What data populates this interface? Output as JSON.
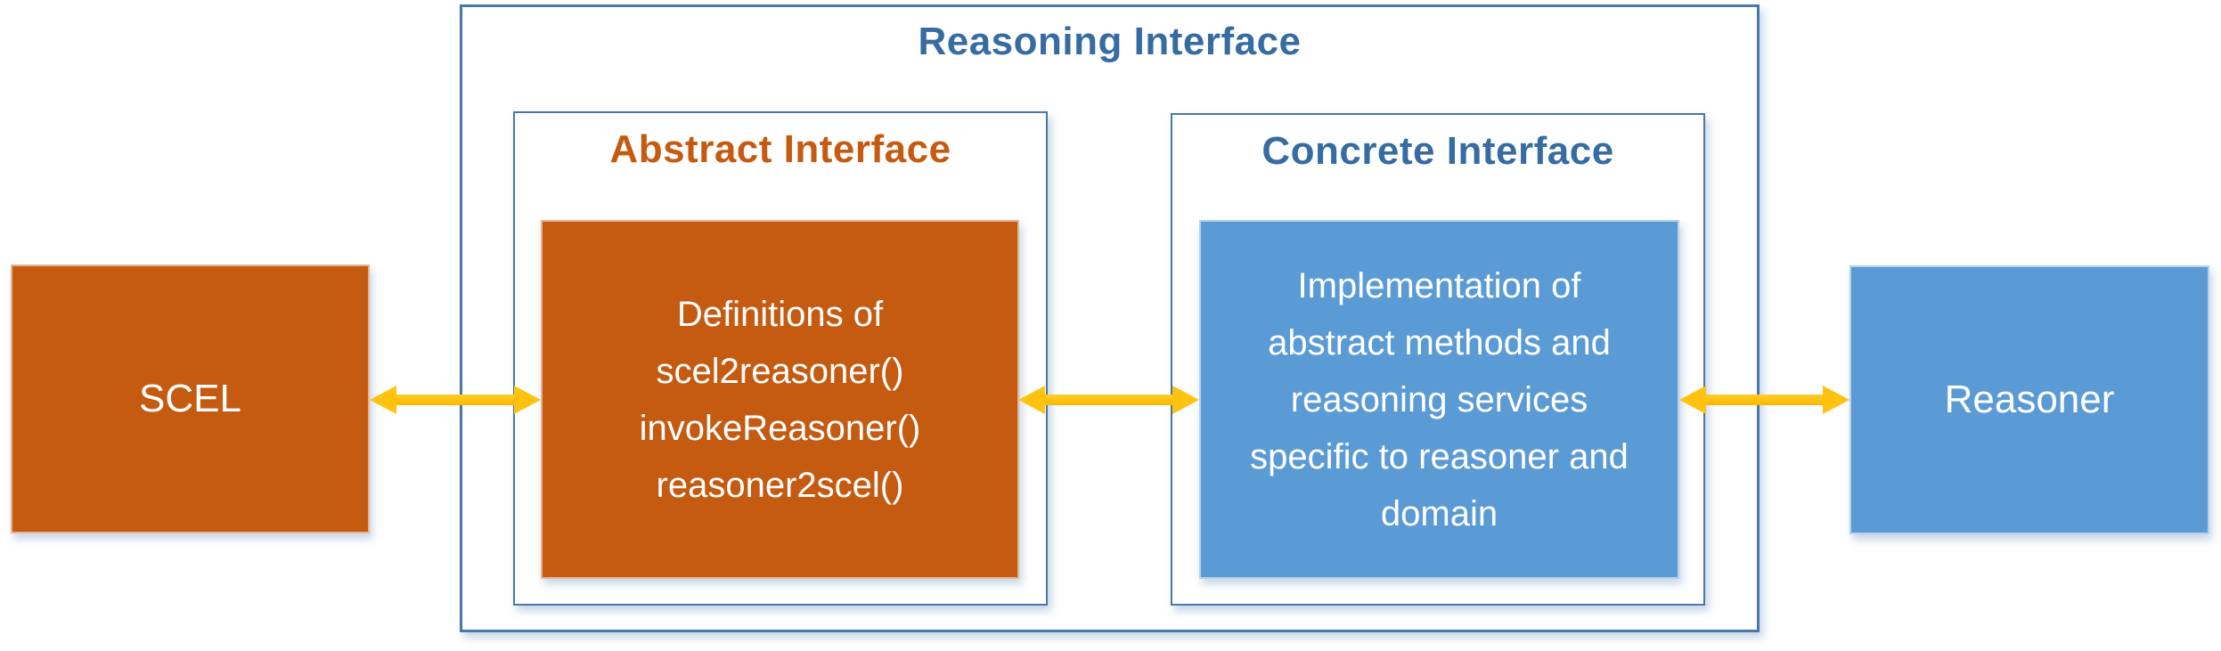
{
  "diagram": {
    "title": "Reasoning Interface",
    "abstract_interface": {
      "title": "Abstract Interface",
      "body_lines": [
        "Definitions of",
        "scel2reasoner()",
        "invokeReasoner()",
        "reasoner2scel()"
      ]
    },
    "concrete_interface": {
      "title": "Concrete Interface",
      "body_lines": [
        "Implementation of",
        "abstract methods and",
        "reasoning services",
        "specific to reasoner and",
        "domain"
      ]
    },
    "scel_node": {
      "label": "SCEL"
    },
    "reasoner_node": {
      "label": "Reasoner"
    },
    "colors": {
      "orange_fill": "#C55A11",
      "blue_fill": "#5B9BD5",
      "border_blue": "#4878A8",
      "title_blue": "#376CA3",
      "title_orange": "#C55A11",
      "arrow_yellow": "#FFC20E"
    }
  }
}
